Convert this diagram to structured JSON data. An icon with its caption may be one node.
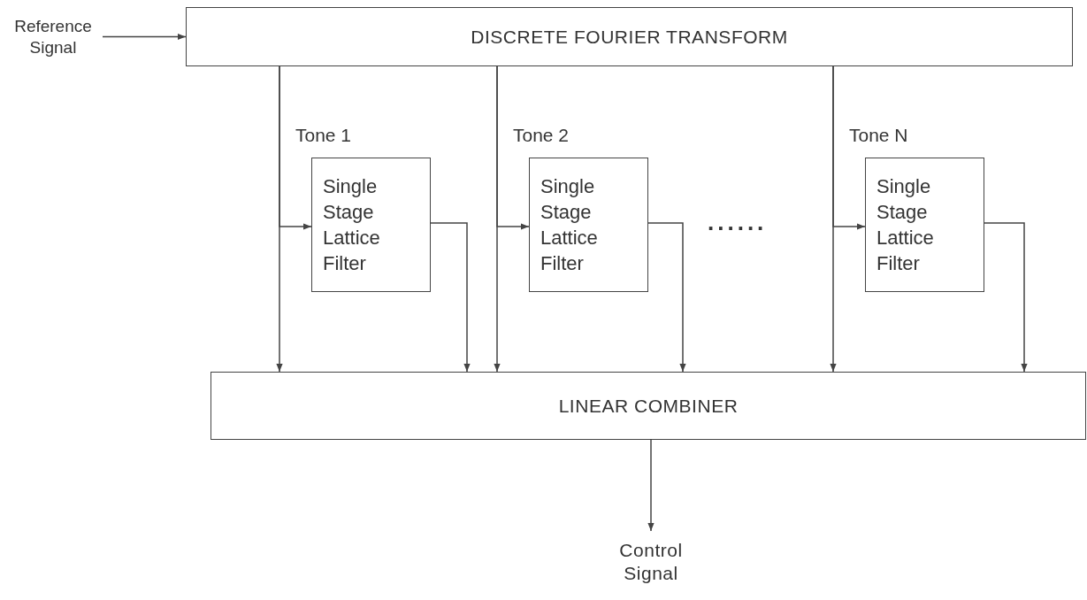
{
  "diagram": {
    "nodes": [
      {
        "text": [
          "Reference Signal"
        ]
      },
      {
        "text": [
          "DISCRETE FOURIER TRANSFORM"
        ]
      },
      {
        "text": [
          "Single Stage Lattice Filter"
        ]
      },
      {
        "text": [
          "Single Stage Lattice Filter"
        ]
      },
      {
        "text": [
          "Single Stage Lattice Filter"
        ]
      },
      {
        "text": [
          "LINEAR COMBINER"
        ]
      },
      {
        "text": [
          "Control Signal"
        ]
      }
    ],
    "edges": [
      {
        "from": 0,
        "to": 1,
        "arrow": "to"
      },
      {
        "from": 1,
        "to": 5,
        "arrow": "to",
        "label": "Tone 1"
      },
      {
        "from": 1,
        "to": 2,
        "arrow": "to"
      },
      {
        "from": 2,
        "to": 5,
        "arrow": "to"
      },
      {
        "from": 1,
        "to": 5,
        "arrow": "to",
        "label": "Tone 2"
      },
      {
        "from": 1,
        "to": 3,
        "arrow": "to"
      },
      {
        "from": 3,
        "to": 5,
        "arrow": "to"
      },
      {
        "from": 1,
        "to": 5,
        "arrow": "to",
        "label": "Tone N"
      },
      {
        "from": 1,
        "to": 4,
        "arrow": "to"
      },
      {
        "from": 4,
        "to": 5,
        "arrow": "to"
      },
      {
        "from": 5,
        "to": 6,
        "arrow": "to"
      }
    ],
    "labels": [
      "......"
    ]
  }
}
